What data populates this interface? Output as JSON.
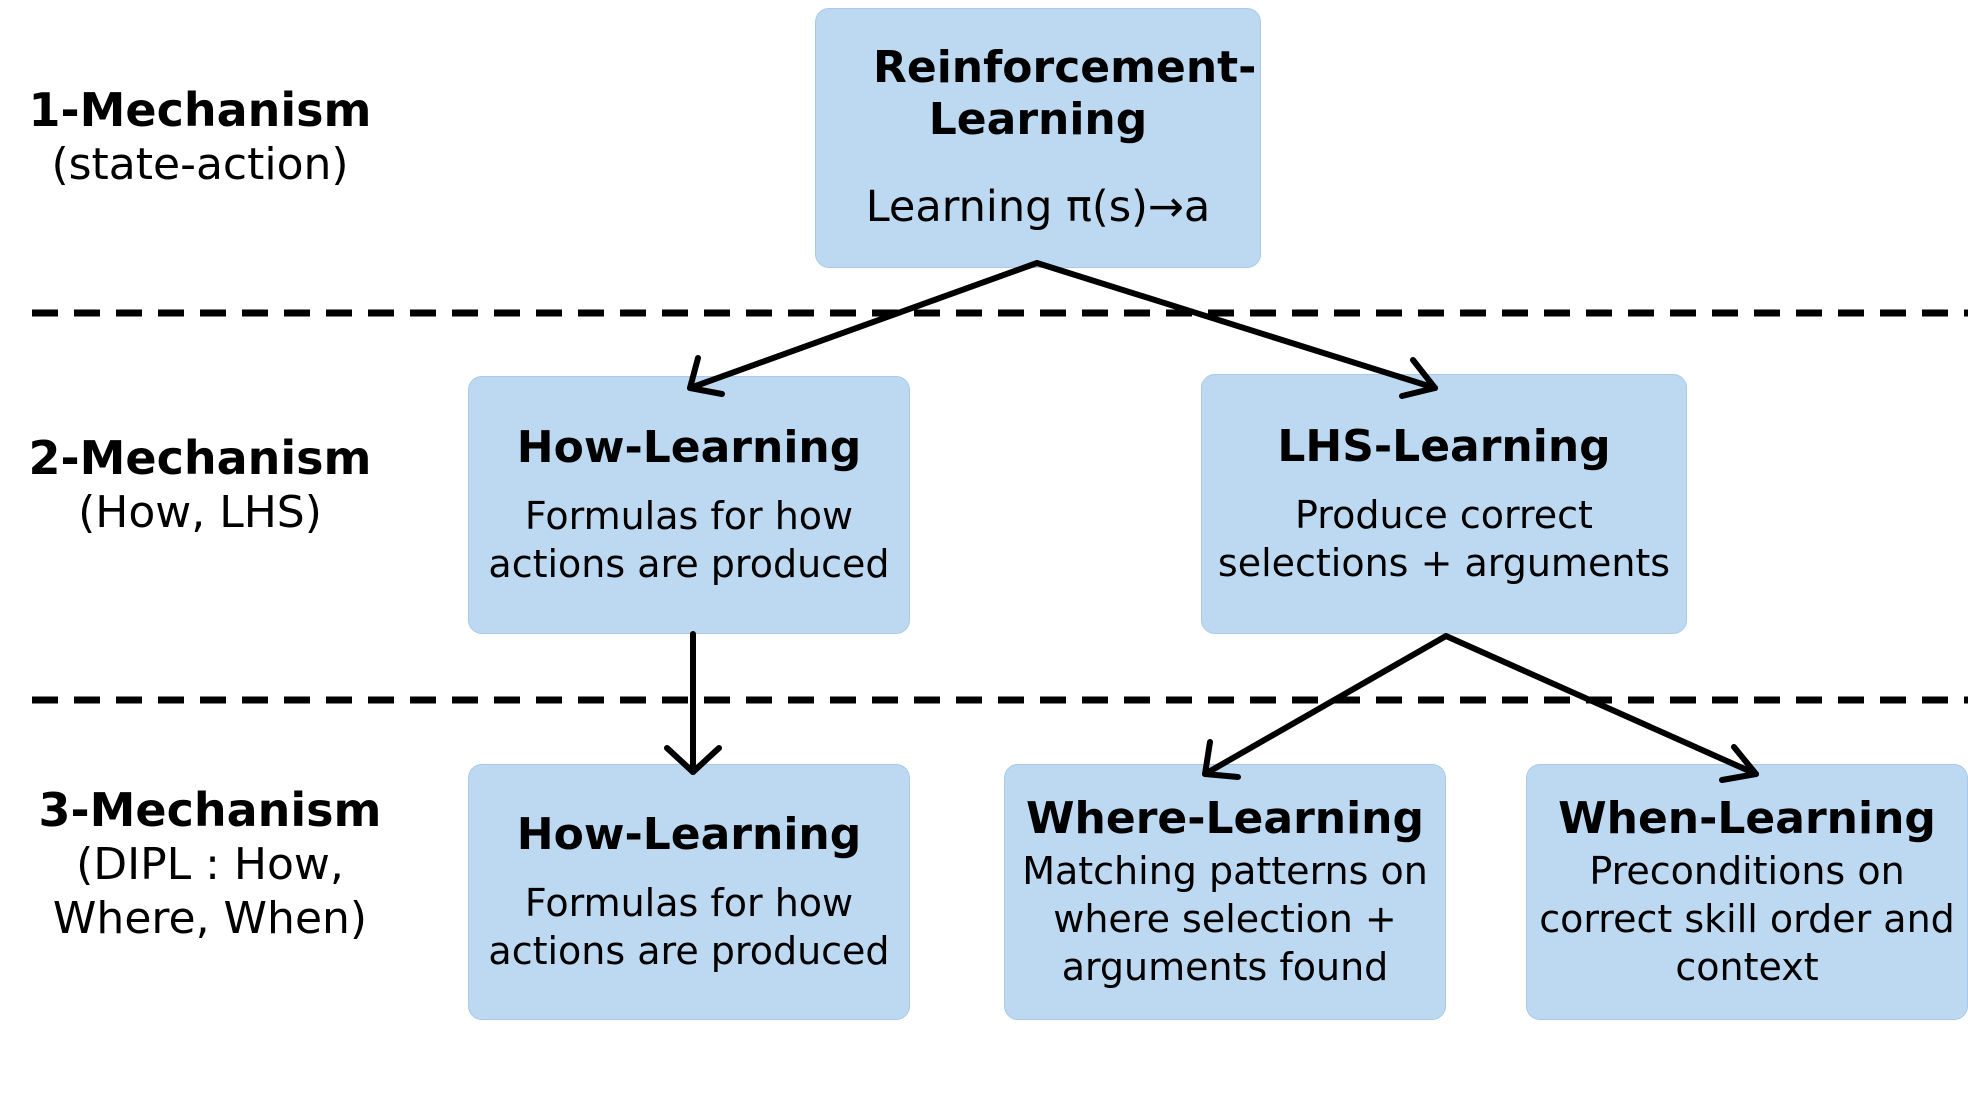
{
  "tiers": [
    {
      "title": "1-Mechanism",
      "subtitle": "(state-action)"
    },
    {
      "title": "2-Mechanism",
      "subtitle": "(How, LHS)"
    },
    {
      "title": "3-Mechanism",
      "subtitle": "(DIPL : How, Where, When)"
    }
  ],
  "nodes": {
    "rl": {
      "title": "Reinforcement-Learning",
      "desc": "Learning π(s)→a"
    },
    "how2": {
      "title": "How-Learning",
      "desc": "Formulas for how actions are produced"
    },
    "lhs": {
      "title": "LHS-Learning",
      "desc": "Produce correct selections + arguments"
    },
    "how3": {
      "title": "How-Learning",
      "desc": "Formulas for how actions are produced"
    },
    "where": {
      "title": "Where-Learning",
      "desc": "Matching patterns on where selection + arguments found"
    },
    "when": {
      "title": "When-Learning",
      "desc": "Preconditions on correct skill order and context"
    }
  },
  "edges": [
    {
      "from": "rl",
      "to": "how2"
    },
    {
      "from": "rl",
      "to": "lhs"
    },
    {
      "from": "how2",
      "to": "how3"
    },
    {
      "from": "lhs",
      "to": "where"
    },
    {
      "from": "lhs",
      "to": "when"
    }
  ],
  "colors": {
    "box_fill": "#bdd9f1",
    "box_border": "#a9c9e6",
    "lines": "#000000"
  }
}
